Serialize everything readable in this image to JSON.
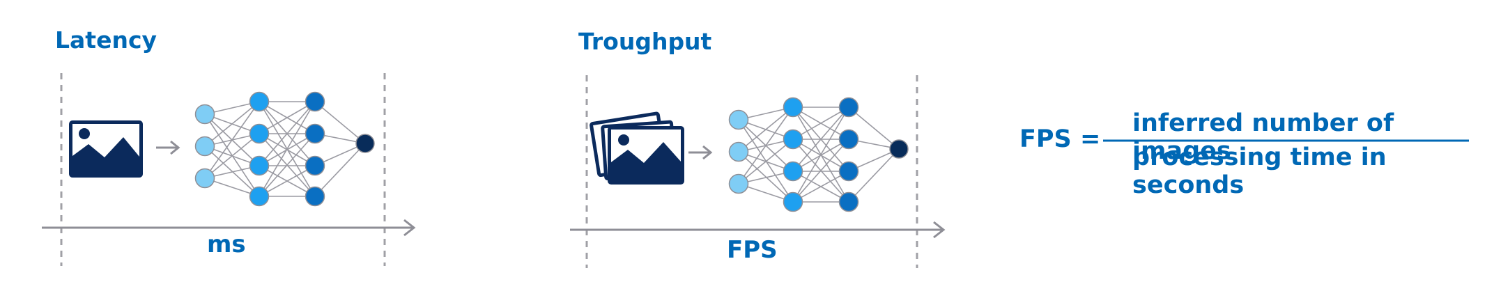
{
  "latency": {
    "title": "Latency",
    "unit": "ms"
  },
  "throughput": {
    "title": "Troughput",
    "unit": "FPS"
  },
  "formula": {
    "lhs": "FPS =",
    "numerator": "inferred number of images",
    "denominator": "processing time in seconds"
  },
  "colors": {
    "brand_blue": "#0068b5",
    "navy": "#0b2a5c",
    "input_node": "#7fcdf5",
    "hidden_node_1": "#1ea0f0",
    "hidden_node_2": "#0a6fc2",
    "output_node": "#082c5a",
    "edge": "#9a9aa2",
    "axis": "#8e8e96"
  },
  "icons": [
    "single-image-icon",
    "image-stack-icon",
    "arrow-right-icon",
    "neural-network-icon"
  ]
}
